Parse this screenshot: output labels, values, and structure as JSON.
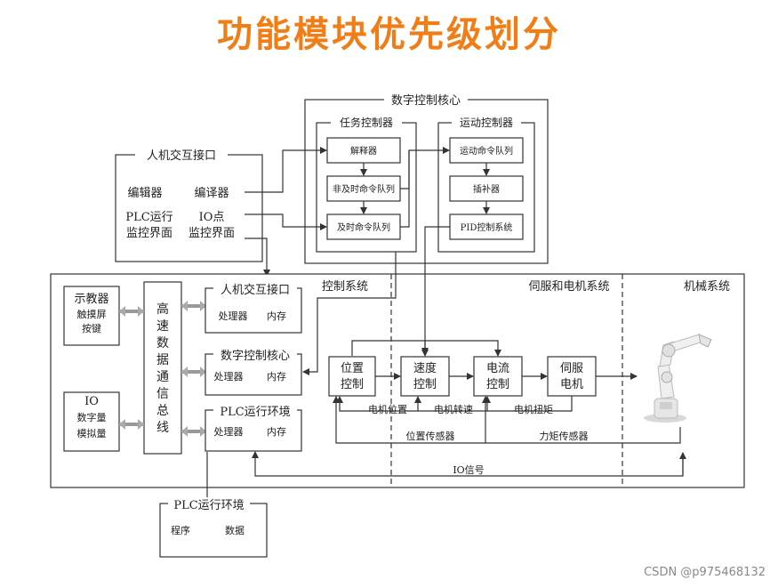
{
  "title": "功能模块优先级划分",
  "watermark": "CSDN @p975468132",
  "cnc_core": {
    "title": "数字控制核心",
    "task_controller": {
      "title": "任务控制器",
      "items": [
        "解释器",
        "非及时命令队列",
        "及时命令队列"
      ]
    },
    "motion_controller": {
      "title": "运动控制器",
      "items": [
        "运动命令队列",
        "插补器",
        "PID控制系统"
      ]
    }
  },
  "hmi_top": {
    "title": "人机交互接口",
    "editor": "编辑器",
    "compiler": "编译器",
    "plc_ui_1": "PLC运行",
    "plc_ui_2": "监控界面",
    "io_ui_1": "IO点",
    "io_ui_2": "监控界面"
  },
  "sections": {
    "control": "控制系统",
    "servo": "伺服和电机系统",
    "mech": "机械系统"
  },
  "teach_pendant": {
    "title": "示教器",
    "line1": "触摸屏",
    "line2": "按键"
  },
  "io_box": {
    "title": "IO",
    "line1": "数字量",
    "line2": "模拟量"
  },
  "bus": {
    "chars": [
      "高",
      "速",
      "数",
      "据",
      "通",
      "信",
      "总",
      "线"
    ]
  },
  "modules": [
    {
      "title": "人机交互接口",
      "left": "处理器",
      "right": "内存"
    },
    {
      "title": "数字控制核心",
      "left": "处理器",
      "right": "内存"
    },
    {
      "title": "PLC运行环境",
      "left": "处理器",
      "right": "内存"
    }
  ],
  "loop": {
    "position": [
      "位置",
      "控制"
    ],
    "speed": [
      "速度",
      "控制"
    ],
    "current": [
      "电流",
      "控制"
    ],
    "servo": [
      "伺服",
      "电机"
    ]
  },
  "signals": {
    "motor_pos": "电机位置",
    "motor_speed": "电机转速",
    "motor_torque": "电机扭矩",
    "pos_sensor": "位置传感器",
    "torque_sensor": "力矩传感器",
    "io_signal": "IO信号"
  },
  "plc_env": {
    "title": "PLC运行环境",
    "left": "程序",
    "right": "数据"
  },
  "colors": {
    "title": "#f07d16",
    "line": "#333333",
    "robot": "#e8e8e8"
  }
}
